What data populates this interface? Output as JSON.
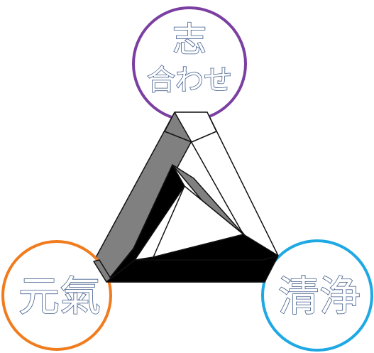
{
  "diagram": {
    "center_shape": "penrose-triangle",
    "nodes": {
      "top": {
        "lines": [
          "志",
          "合わせ"
        ],
        "color": "#7a3fa1"
      },
      "left": {
        "lines": [
          "元氣"
        ],
        "color": "#f07c1e"
      },
      "right": {
        "lines": [
          "清浄"
        ],
        "color": "#1ea8e4"
      }
    },
    "colors": {
      "face_light": "#ffffff",
      "face_mid": "#808080",
      "face_dark": "#000000",
      "edge": "#111111",
      "text_fill": "#ffffff",
      "text_stroke": "#3d5a8a"
    }
  }
}
